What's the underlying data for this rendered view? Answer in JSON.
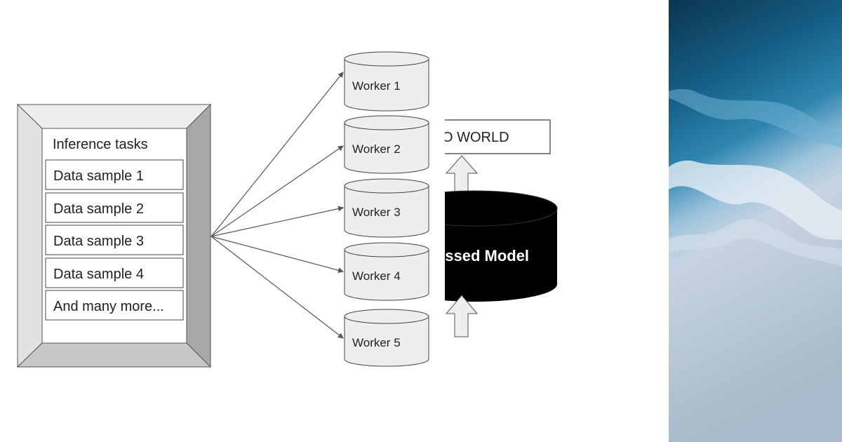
{
  "task_panel": {
    "title": "Inference tasks",
    "items": [
      "Data sample 1",
      "Data sample 2",
      "Data sample 3",
      "Data sample 4",
      "And many more..."
    ]
  },
  "workers": [
    "Worker 1",
    "Worker 2",
    "Worker 3",
    "Worker 4",
    "Worker 5"
  ],
  "model_label": "essed Model",
  "output_label": "O WORLD",
  "colors": {
    "cylinder_fill": "#eeeeee",
    "model_fill": "#000000",
    "waveform_start": "#a58be6",
    "waveform_end": "#e07ab8",
    "ocean_deep": "#0e3e5c",
    "ocean_surf": "#2e86b0",
    "sand": "#b8c6d6"
  },
  "icons": [
    "arrow-up-icon",
    "audio-waveform-icon",
    "ocean-photo"
  ]
}
